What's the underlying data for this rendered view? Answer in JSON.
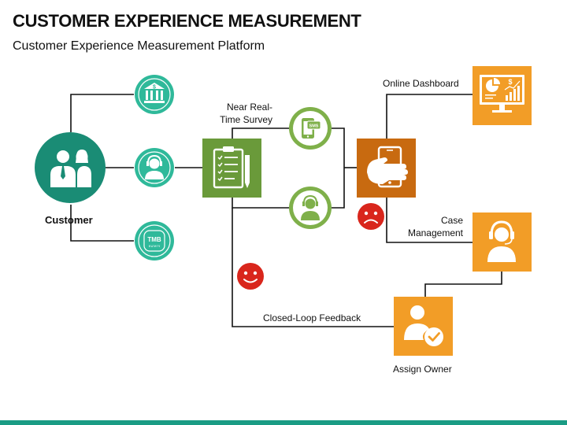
{
  "header": {
    "title": "CUSTOMER EXPERIENCE MEASUREMENT",
    "subtitle": "Customer Experience Measurement Platform"
  },
  "nodes": {
    "customer": {
      "label": "Customer",
      "icon": "customer-group-icon",
      "color": "#1a8c75"
    },
    "bank": {
      "icon": "bank-dollar-icon",
      "color": "#2fb99a"
    },
    "support_agent": {
      "icon": "support-agent-icon",
      "color": "#2fb99a"
    },
    "tmb_bank": {
      "icon": "tmb-badge-icon",
      "badge_text": "TMB",
      "badge_subtext": "ธนาคาร",
      "color": "#2fb99a"
    },
    "survey": {
      "icon": "survey-clipboard-icon",
      "color": "#6a9a3a"
    },
    "sms": {
      "icon": "sms-phone-icon",
      "badge_text": "SMS",
      "color": "#7fb04a"
    },
    "call_agent": {
      "icon": "call-agent-icon",
      "color": "#7fb04a"
    },
    "mobile": {
      "icon": "mobile-hand-icon",
      "color": "#c86a10"
    },
    "dashboard": {
      "label": "Online Dashboard",
      "icon": "dashboard-monitor-icon",
      "color": "#f29d27"
    },
    "case_management": {
      "label": "Case Management",
      "label_lines": [
        "Case",
        "Management"
      ],
      "icon": "headset-agent-icon",
      "color": "#f29d27"
    },
    "assign_owner": {
      "label": "Assign Owner",
      "icon": "assign-owner-check-icon",
      "color": "#f29d27"
    }
  },
  "edge_labels": {
    "near_real_time": {
      "lines": [
        "Near Real-",
        "Time Survey"
      ]
    },
    "closed_loop": "Closed-Loop Feedback"
  },
  "indicators": {
    "happy": {
      "icon": "happy-face-icon",
      "color": "#d9261c"
    },
    "sad": {
      "icon": "sad-face-icon",
      "color": "#d9261c"
    }
  },
  "theme": {
    "accent": "#1a9c84",
    "line": "#111111"
  }
}
